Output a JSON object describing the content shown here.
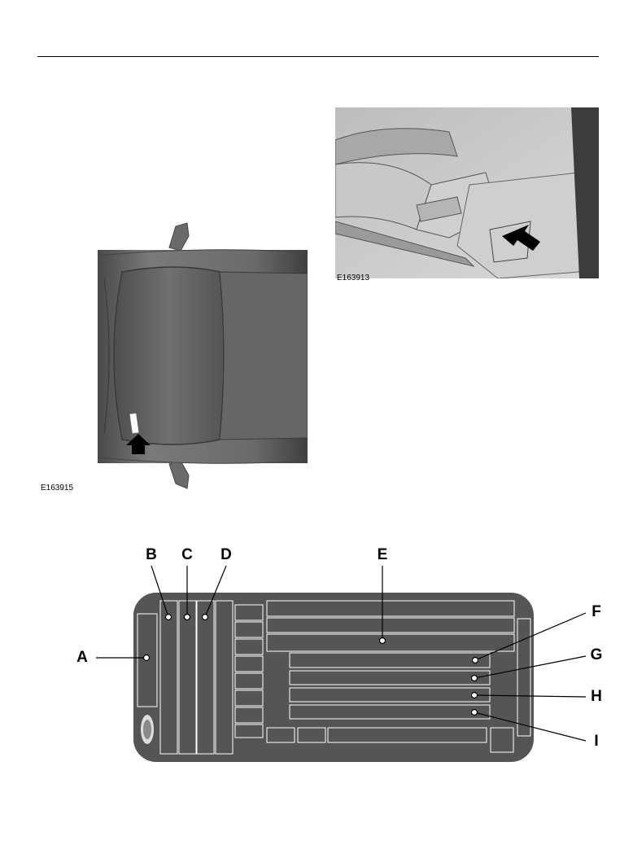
{
  "figures": {
    "top_view_code": "E163915",
    "seat_view_code": "E163913"
  },
  "label_diagram": {
    "letters": {
      "A": "A",
      "B": "B",
      "C": "C",
      "D": "D",
      "E": "E",
      "F": "F",
      "G": "G",
      "H": "H",
      "I": "I"
    }
  },
  "colors": {
    "label_plate": "#555555",
    "label_face": "#ffffff",
    "car_body": "#6e6e6e",
    "car_roof": "#5a5a5a",
    "arrow": "#000000"
  }
}
